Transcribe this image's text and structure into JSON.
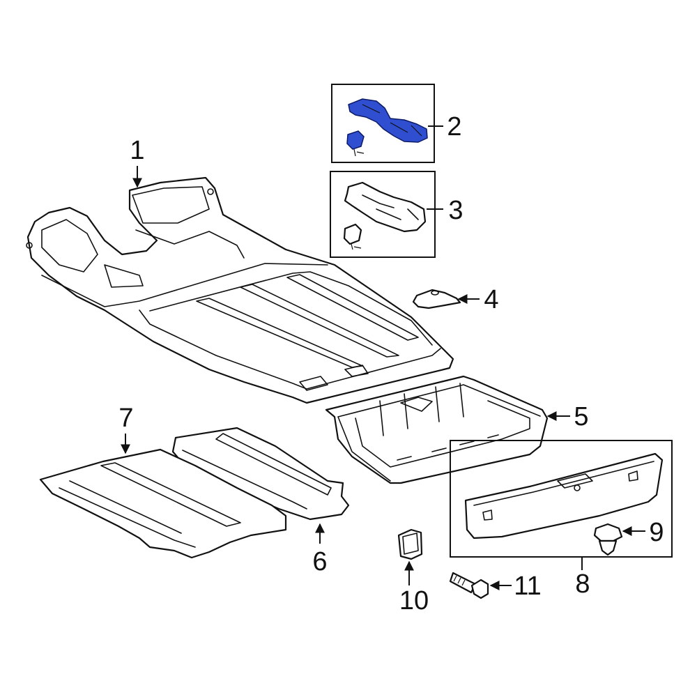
{
  "diagram": {
    "highlight_color": "#2f4fd0",
    "line_color": "#111111",
    "background": "#ffffff",
    "callouts": [
      {
        "id": "1",
        "label": "1"
      },
      {
        "id": "2",
        "label": "2"
      },
      {
        "id": "3",
        "label": "3"
      },
      {
        "id": "4",
        "label": "4"
      },
      {
        "id": "5",
        "label": "5"
      },
      {
        "id": "6",
        "label": "6"
      },
      {
        "id": "7",
        "label": "7"
      },
      {
        "id": "8",
        "label": "8"
      },
      {
        "id": "9",
        "label": "9"
      },
      {
        "id": "10",
        "label": "10"
      },
      {
        "id": "11",
        "label": "11"
      }
    ]
  }
}
